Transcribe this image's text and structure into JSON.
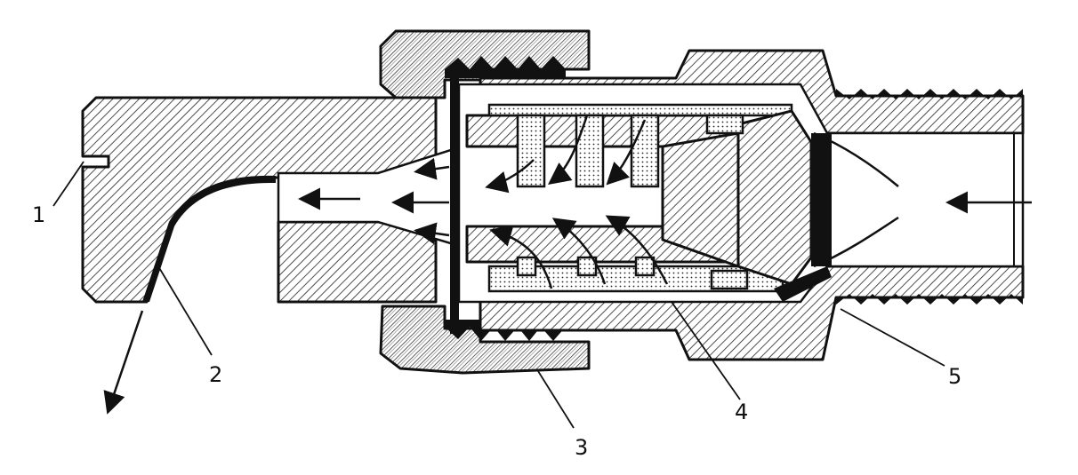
{
  "diagram": {
    "callouts": [
      {
        "id": "1",
        "label": "1"
      },
      {
        "id": "2",
        "label": "2"
      },
      {
        "id": "3",
        "label": "3"
      },
      {
        "id": "4",
        "label": "4"
      },
      {
        "id": "5",
        "label": "5"
      }
    ],
    "colors": {
      "ink": "#111111",
      "paper": "#ffffff"
    }
  }
}
